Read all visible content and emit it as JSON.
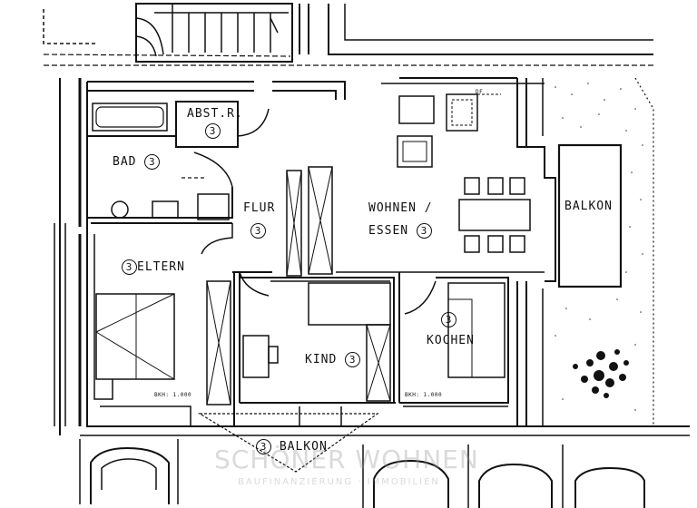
{
  "rooms": {
    "abst": {
      "name": "ABST.R.",
      "num": "3"
    },
    "bad": {
      "name": "BAD",
      "num": "3"
    },
    "flur": {
      "name": "FLUR",
      "num": "3"
    },
    "wohnen_line1": "WOHNEN /",
    "wohnen_line2": "ESSEN",
    "wohnen_num": "3",
    "balkon_side": "BALKON",
    "eltern": {
      "name": "ELTERN",
      "num": "3"
    },
    "kind": {
      "name": "KIND",
      "num": "3"
    },
    "kochen": {
      "name": "KOCHEN",
      "num": "3"
    },
    "balkon_bottom": {
      "name": "BALKON",
      "num": "3"
    }
  },
  "annotations": {
    "bkh_left": "BKH: 1.000",
    "bkh_right": "BKH: 1.000",
    "df": "DF"
  },
  "watermark": {
    "line1": "SCHÖNER WOHNEN",
    "line2": "BAUFINANZIERUNG · IMMOBILIEN"
  },
  "colors": {
    "ink": "#111111",
    "paper": "#ffffff"
  }
}
